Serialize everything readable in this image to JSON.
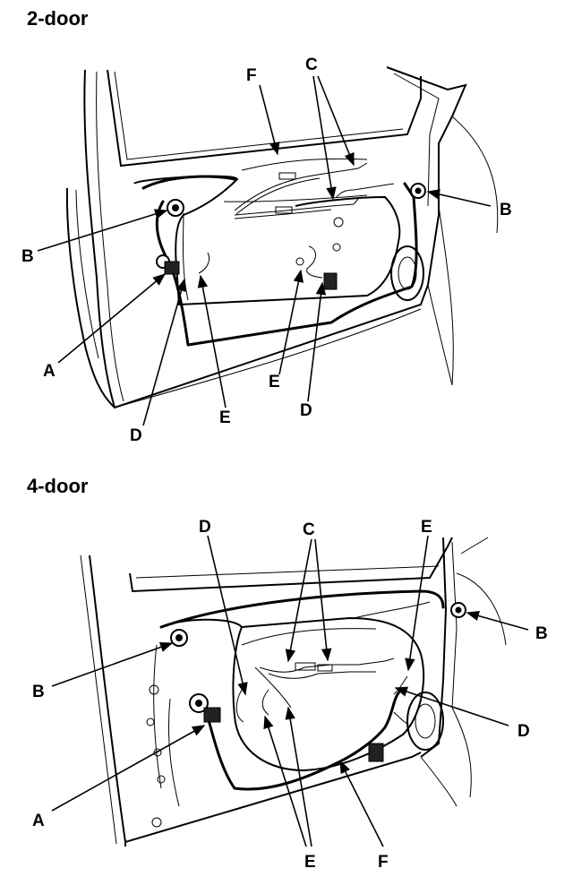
{
  "diagrams": [
    {
      "heading": "2-door",
      "callouts": {
        "A": "A",
        "B": "B",
        "C": "C",
        "D": "D",
        "E": "E",
        "F": "F"
      }
    },
    {
      "heading": "4-door",
      "callouts": {
        "A": "A",
        "B": "B",
        "C": "C",
        "D": "D",
        "E": "E",
        "F": "F"
      }
    }
  ],
  "colors": {
    "line": "#000000",
    "background": "#ffffff"
  }
}
